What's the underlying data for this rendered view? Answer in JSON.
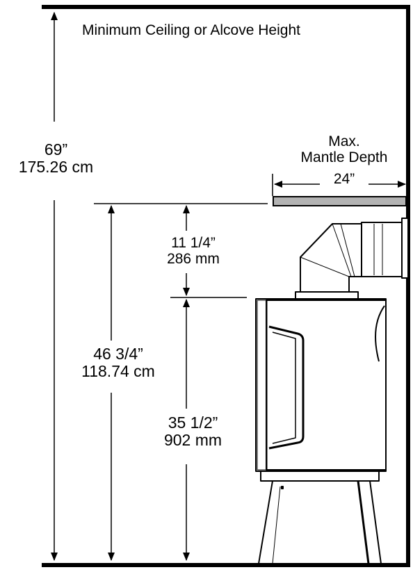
{
  "labels": {
    "title": "Minimum Ceiling or Alcove Height",
    "total_height_in": "69”",
    "total_height_cm": "175.26 cm",
    "mantle_line1": "Max.",
    "mantle_line2": "Mantle Depth",
    "mantle_depth": "24”",
    "clearance_in": "11 1/4”",
    "clearance_mm": "286 mm",
    "mantle_height_in": "46 3/4”",
    "mantle_height_cm": "118.74 cm",
    "stove_height_in": "35 1/2”",
    "stove_height_mm": "902 mm"
  },
  "colors": {
    "line": "#000000",
    "mantle_fill": "#b3b3b3"
  }
}
